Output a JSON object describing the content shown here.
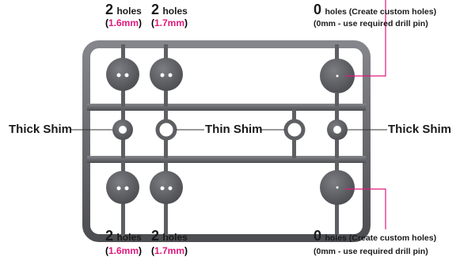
{
  "colors": {
    "accent": "#e0197d",
    "plastic": "#5e5f63",
    "text": "#1a1a1a"
  },
  "top": {
    "col1": {
      "count": "2",
      "word": "holes",
      "size": "1.6mm"
    },
    "col2": {
      "count": "2",
      "word": "holes",
      "size": "1.7mm"
    },
    "col3": {
      "count": "0",
      "word": "holes (Create custom  holes)",
      "note": "(0mm - use required drill pin)"
    }
  },
  "bottom": {
    "col1": {
      "count": "2",
      "word": "holes",
      "size": "1.6mm"
    },
    "col2": {
      "count": "2",
      "word": "holes",
      "size": "1.7mm"
    },
    "col3": {
      "count": "0",
      "word": "holes (Create custom  holes)",
      "note": "(0mm - use required drill pin)"
    }
  },
  "labels": {
    "left": "Thick Shim",
    "middle": "Thin Shim",
    "right": "Thick Shim"
  }
}
